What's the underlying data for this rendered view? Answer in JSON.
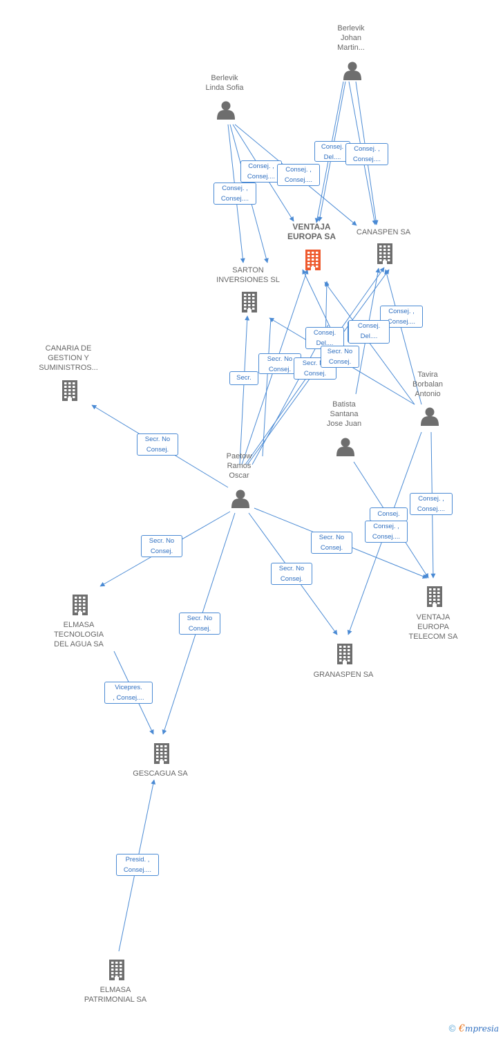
{
  "colors": {
    "edge": "#4a8ad4",
    "node_icon": "#6e6e6e",
    "focus_icon": "#ee5a2e",
    "label": "#666666",
    "edge_label_text": "#2f6fc0"
  },
  "nodes": [
    {
      "id": "berlevik_johan",
      "type": "person",
      "label": "Berlevik\nJohan\nMartin..."
    },
    {
      "id": "berlevik_linda",
      "type": "person",
      "label": "Berlevik\nLinda Sofia"
    },
    {
      "id": "ventaja_europa",
      "type": "company",
      "focus": true,
      "label": "VENTAJA\nEUROPA SA"
    },
    {
      "id": "canaspen",
      "type": "company",
      "label": "CANASPEN SA"
    },
    {
      "id": "sarton",
      "type": "company",
      "label": "SARTON\nINVERSIONES SL"
    },
    {
      "id": "canaria",
      "type": "company",
      "label": "CANARIA DE\nGESTION Y\nSUMINISTROS..."
    },
    {
      "id": "tavira",
      "type": "person",
      "label": "Tavira\nBorbalan\nAntonio"
    },
    {
      "id": "batista",
      "type": "person",
      "label": "Batista\nSantana\nJose Juan"
    },
    {
      "id": "paetow",
      "type": "person",
      "label": "Paetow\nRamos\nOscar"
    },
    {
      "id": "elmasa_tec",
      "type": "company",
      "label": "ELMASA\nTECNOLOGIA\nDEL AGUA SA"
    },
    {
      "id": "ventaja_telecom",
      "type": "company",
      "label": "VENTAJA\nEUROPA\nTELECOM SA"
    },
    {
      "id": "granaspen",
      "type": "company",
      "label": "GRANASPEN SA"
    },
    {
      "id": "gescagua",
      "type": "company",
      "label": "GESCAGUA SA"
    },
    {
      "id": "elmasa_pat",
      "type": "company",
      "label": "ELMASA\nPATRIMONIAL SA"
    }
  ],
  "edge_labels": [
    "Consej.\nDel....",
    "Consej. ,\nConsej....",
    "Consej. ,\nConsej....",
    "Consej. ,\nConsej....",
    "Consej. ,\nConsej....",
    "Consej. ,\nConsej....",
    "Consej.\nDel....",
    "Consej.\nDel....",
    "Consej.\nDel....",
    "Secr. No\nConsej.",
    "Secr.",
    "Secr. No\nConsej.",
    "Secr. No\nConsej.",
    "Secr. No\nConsej.",
    "Secr. No\nConsej.",
    "Secr. No\nConsej.",
    "Secr. No\nConsej.",
    "Secr. No\nConsej.",
    "Consej. ,\nConsej....",
    "Consej.",
    "Consej. ,\nConsej....",
    "Vicepres.\n, Consej....",
    "Presid. ,\nConsej...."
  ],
  "brand": {
    "copyright": "©",
    "initial": "€",
    "name": "mpresia"
  }
}
